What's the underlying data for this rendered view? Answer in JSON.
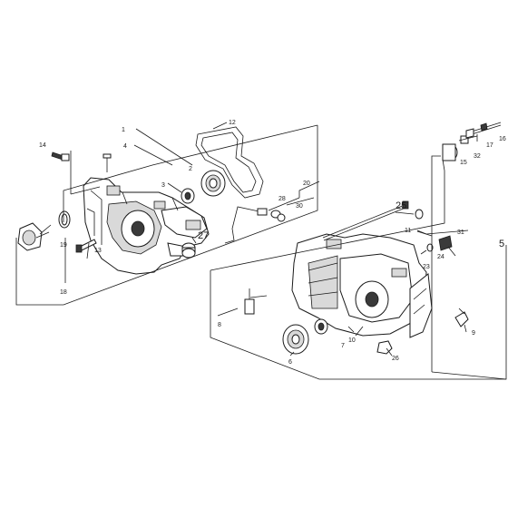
{
  "callouts": [
    {
      "id": "c1",
      "text": "1"
    },
    {
      "id": "c2",
      "text": "2"
    },
    {
      "id": "c3",
      "text": "3"
    },
    {
      "id": "c4",
      "text": "4"
    },
    {
      "id": "c5",
      "text": "5"
    },
    {
      "id": "c6",
      "text": "6"
    },
    {
      "id": "c7",
      "text": "7"
    },
    {
      "id": "c8",
      "text": "8"
    },
    {
      "id": "c9",
      "text": "9"
    },
    {
      "id": "c10",
      "text": "10"
    },
    {
      "id": "c11",
      "text": "11"
    },
    {
      "id": "c12",
      "text": "12"
    },
    {
      "id": "c13",
      "text": "13"
    },
    {
      "id": "c14",
      "text": "14"
    },
    {
      "id": "c15",
      "text": "15"
    },
    {
      "id": "c16",
      "text": "16"
    },
    {
      "id": "c17",
      "text": "17"
    },
    {
      "id": "c18",
      "text": "18"
    },
    {
      "id": "c19",
      "text": "19"
    },
    {
      "id": "c20",
      "text": "20"
    },
    {
      "id": "c23",
      "text": "23"
    },
    {
      "id": "c24",
      "text": "24"
    },
    {
      "id": "c25",
      "text": "25"
    },
    {
      "id": "c26",
      "text": "26"
    },
    {
      "id": "c27",
      "text": "27"
    },
    {
      "id": "c28",
      "text": "28"
    },
    {
      "id": "c30",
      "text": "30"
    },
    {
      "id": "c31",
      "text": "31"
    },
    {
      "id": "c32",
      "text": "32"
    }
  ]
}
